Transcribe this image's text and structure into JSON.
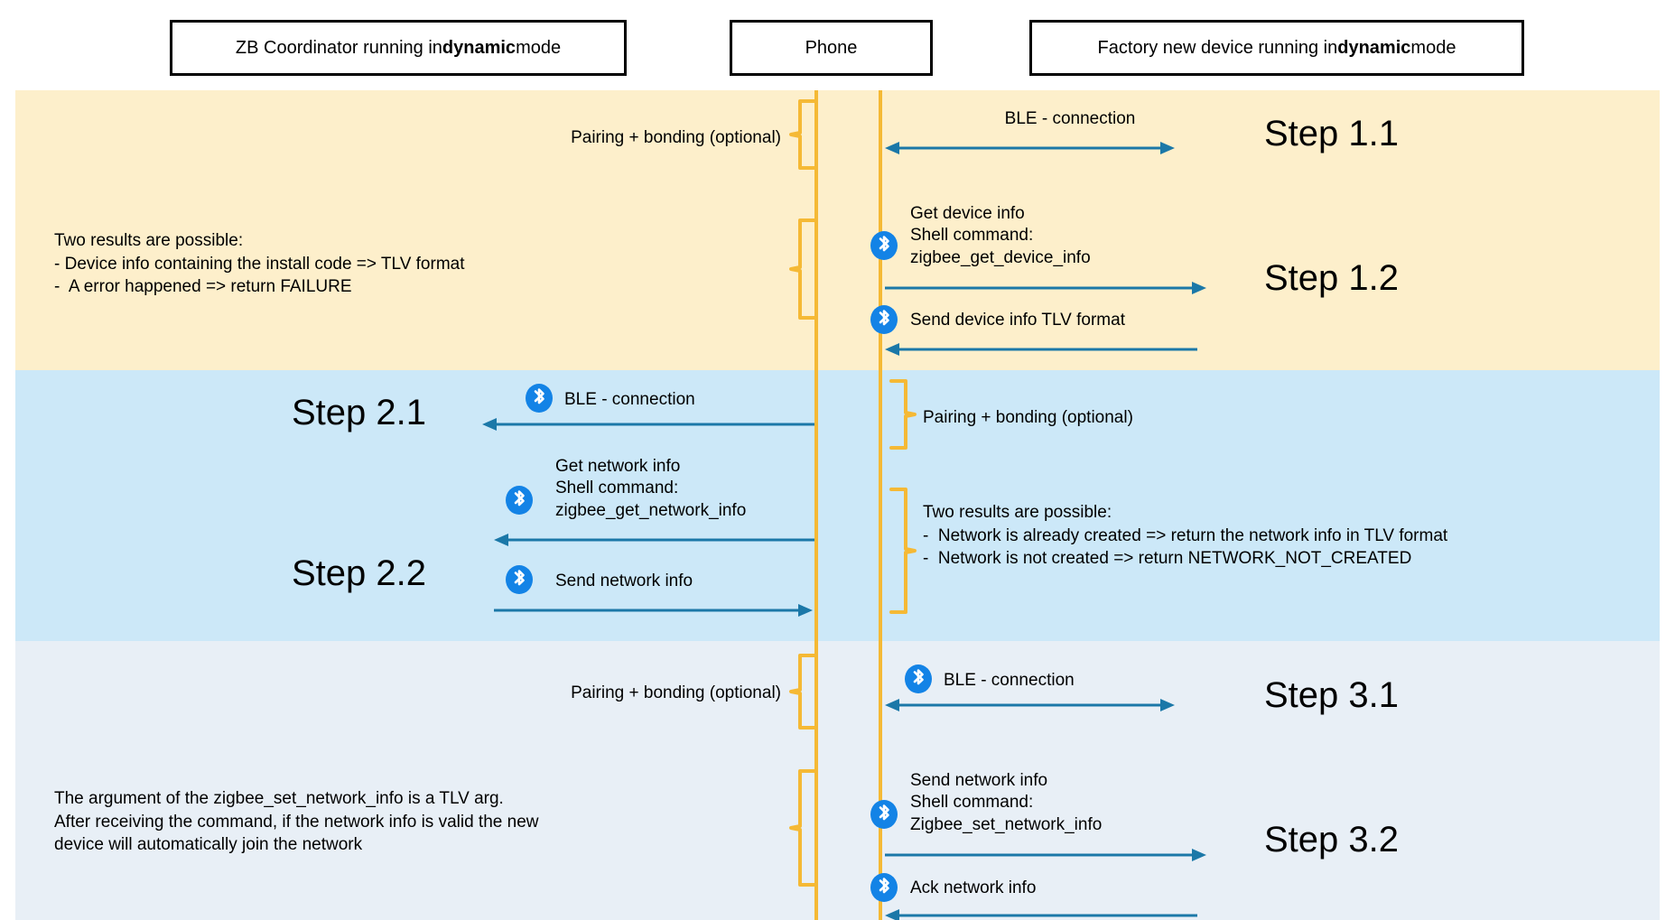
{
  "headers": {
    "coordinator_pre": "ZB Coordinator running in ",
    "coordinator_bold": "dynamic",
    "coordinator_post": " mode",
    "phone": "Phone",
    "device_pre": "Factory new device running in ",
    "device_bold": "dynamic",
    "device_post": " mode"
  },
  "colors": {
    "band1": "#FDEFCB",
    "band2": "#CCE8F8",
    "band3": "#E8EFF6",
    "lifeline": "#F5B935",
    "brace": "#F5B935",
    "arrow": "#1B78A8",
    "bluetooth": "#1383E6"
  },
  "sections": [
    {
      "id": "section-1",
      "steps": [
        {
          "label": "Step 1.1",
          "left_note": "Pairing + bonding (optional)",
          "messages": [
            {
              "text": "BLE - connection",
              "direction": "both",
              "has_bluetooth": false
            }
          ]
        },
        {
          "label": "Step 1.2",
          "left_note": "Two results are possible:\n- Device info containing the install code => TLV format\n-  A error happened => return FAILURE",
          "messages": [
            {
              "text": "Get device info\nShell command:\nzigbee_get_device_info",
              "direction": "right",
              "has_bluetooth": true
            },
            {
              "text": "Send device info TLV format",
              "direction": "left",
              "has_bluetooth": true
            }
          ]
        }
      ]
    },
    {
      "id": "section-2",
      "steps": [
        {
          "label": "Step 2.1",
          "right_note": "Pairing + bonding (optional)",
          "messages": [
            {
              "text": "BLE - connection",
              "direction": "left",
              "has_bluetooth": true
            }
          ]
        },
        {
          "label": "Step 2.2",
          "right_note": "Two results are possible:\n-  Network is already created => return the network info in TLV format\n-  Network is not created => return NETWORK_NOT_CREATED",
          "messages": [
            {
              "text": "Get network info\nShell command:\nzigbee_get_network_info",
              "direction": "left",
              "has_bluetooth": true
            },
            {
              "text": "Send network info",
              "direction": "right",
              "has_bluetooth": true
            }
          ]
        }
      ]
    },
    {
      "id": "section-3",
      "steps": [
        {
          "label": "Step 3.1",
          "left_note": "Pairing + bonding (optional)",
          "messages": [
            {
              "text": "BLE - connection",
              "direction": "both",
              "has_bluetooth": true
            }
          ]
        },
        {
          "label": "Step 3.2",
          "left_note": "The argument of the zigbee_set_network_info is a TLV arg.\nAfter receiving the command, if the network info is valid the new\ndevice will automatically join the network",
          "messages": [
            {
              "text": "Send network info\nShell command:\nZigbee_set_network_info",
              "direction": "right",
              "has_bluetooth": true
            },
            {
              "text": "Ack network info",
              "direction": "left",
              "has_bluetooth": true
            }
          ]
        }
      ]
    }
  ]
}
